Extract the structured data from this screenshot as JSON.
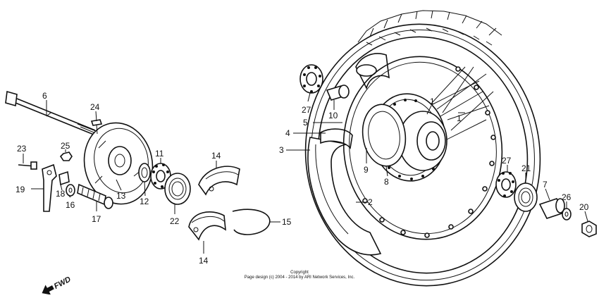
{
  "callouts": {
    "c1a": "1",
    "c1b": "1",
    "c2": "2",
    "c3": "3",
    "c4": "4",
    "c5": "5",
    "c6": "6",
    "c7": "7",
    "c8": "8",
    "c9": "9",
    "c10": "10",
    "c11": "11",
    "c12": "12",
    "c13": "13",
    "c14a": "14",
    "c14b": "14",
    "c15": "15",
    "c16": "16",
    "c17": "17",
    "c18": "18",
    "c19": "19",
    "c20": "20",
    "c21": "21",
    "c22": "22",
    "c23": "23",
    "c24": "24",
    "c25": "25",
    "c26": "26",
    "c27a": "27",
    "c27b": "27"
  },
  "direction_label": "FWD",
  "copyright": {
    "line1": "Copyright",
    "line2": "Page design (c) 2004 - 2014 by ARI Network Services, Inc."
  },
  "icons": [
    "fwd-arrow-icon"
  ],
  "colors": {
    "ink": "#111111",
    "paper": "#ffffff"
  }
}
